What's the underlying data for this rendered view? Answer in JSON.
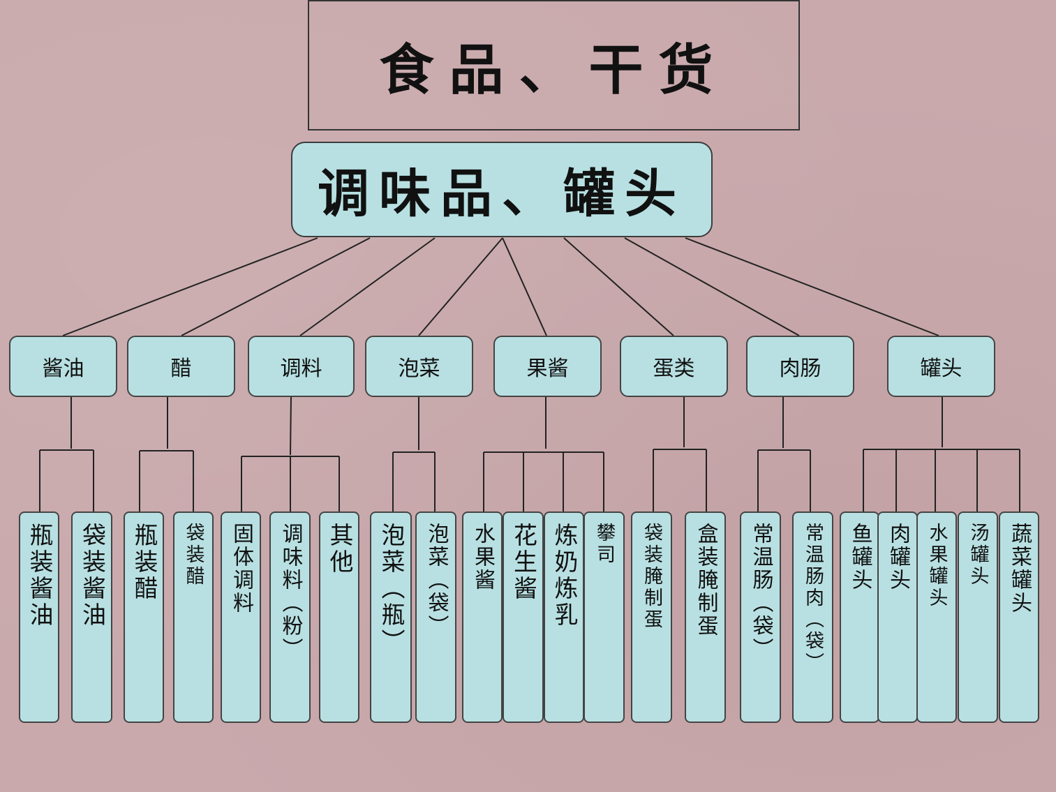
{
  "title": "食品、干货",
  "root": "调味品、罐头",
  "categories": [
    {
      "label": "酱油",
      "children": [
        "瓶装酱油",
        "袋装酱油"
      ]
    },
    {
      "label": "醋",
      "children": [
        "瓶装醋",
        "袋装醋"
      ]
    },
    {
      "label": "调料",
      "children": [
        "固体调料",
        "调味料（粉）",
        "其他"
      ]
    },
    {
      "label": "泡菜",
      "children": [
        "泡菜（瓶）",
        "泡菜（袋）"
      ]
    },
    {
      "label": "果酱",
      "children": [
        "水果酱",
        "花生酱",
        "炼奶炼乳",
        "攀司"
      ]
    },
    {
      "label": "蛋类",
      "children": [
        "袋装腌制蛋",
        "盒装腌制蛋"
      ]
    },
    {
      "label": "肉肠",
      "children": [
        "常温肠（袋）",
        "常温肠肉（袋）"
      ]
    },
    {
      "label": "罐头",
      "children": [
        "鱼罐头",
        "肉罐头",
        "水果罐头",
        "汤罐头",
        "蔬菜罐头"
      ]
    }
  ],
  "colors": {
    "box_fill": "#b8e0e2",
    "background": "#c9a9ac",
    "line": "#222222"
  }
}
